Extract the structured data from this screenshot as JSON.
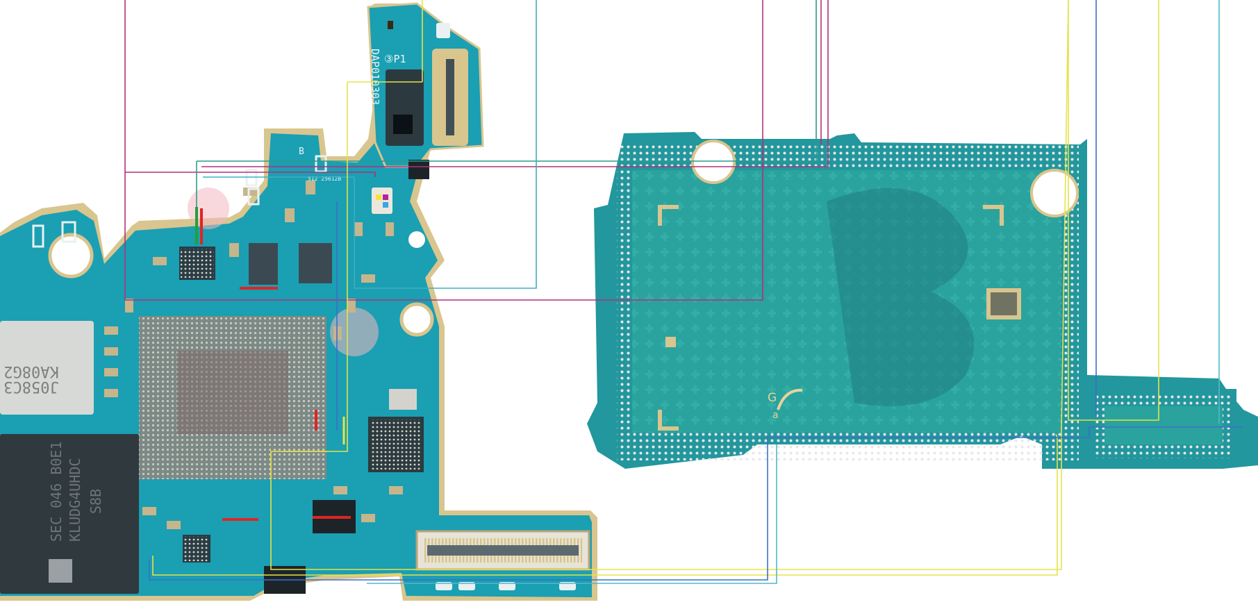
{
  "board": {
    "pcb_color": "#1b9fb2",
    "pcb_color_dark": "#137f90",
    "shield_color": "#2aa39e",
    "pad_color": "#d8c58a",
    "chip_color": "#2a3c45"
  },
  "silkscreen": {
    "flex_code": "DAP010303",
    "connector_ref": "③P1",
    "top_mark": "512 25612B",
    "mark_b": "B",
    "mark_b2": "B",
    "wifi_chip": "KA08G2",
    "wifi_chip_line2": "J058C3",
    "memory_chip": "SEC 046 B0E1",
    "memory_chip_line2": "KLUDG4UHDC",
    "memory_chip_line3": "S8B",
    "logo_mark": "G",
    "logo_a": "a"
  },
  "traces": [
    {
      "name": "trace-magenta",
      "color": "#b0307e"
    },
    {
      "name": "trace-teal",
      "color": "#2a9b8e"
    },
    {
      "name": "trace-yellow",
      "color": "#e5e34a"
    },
    {
      "name": "trace-blue",
      "color": "#3c6fc9"
    },
    {
      "name": "trace-cyan",
      "color": "#4fb9c9"
    },
    {
      "name": "trace-red",
      "color": "#e02424"
    },
    {
      "name": "trace-green",
      "color": "#22a03a"
    }
  ]
}
